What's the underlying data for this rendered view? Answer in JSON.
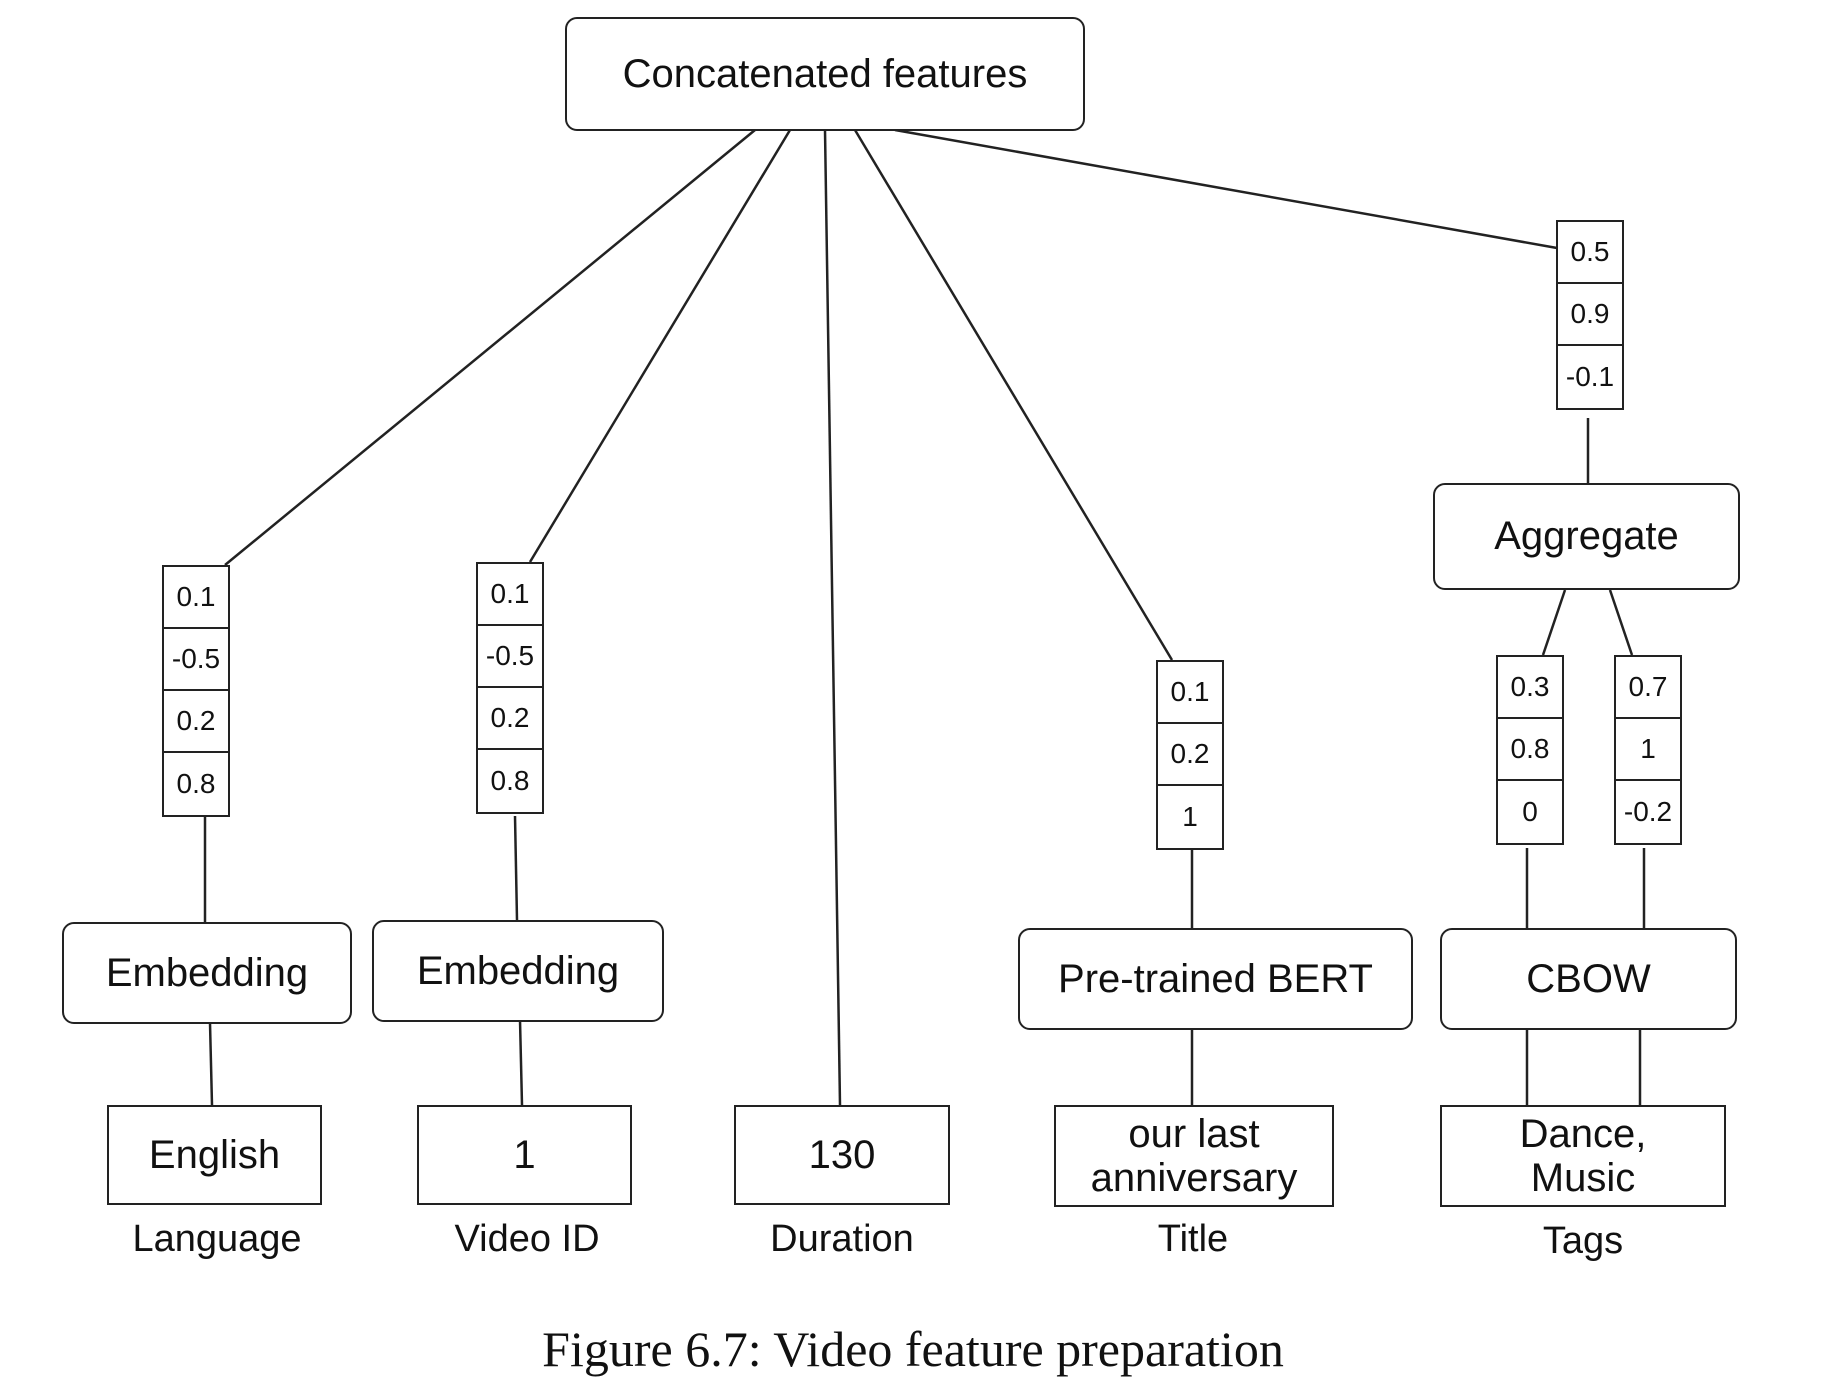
{
  "root": {
    "label": "Concatenated features"
  },
  "features": {
    "language": {
      "label": "Language",
      "input": "English",
      "encoder": "Embedding",
      "vector": [
        "0.1",
        "-0.5",
        "0.2",
        "0.8"
      ]
    },
    "video_id": {
      "label": "Video ID",
      "input": "1",
      "encoder": "Embedding",
      "vector": [
        "0.1",
        "-0.5",
        "0.2",
        "0.8"
      ]
    },
    "duration": {
      "label": "Duration",
      "input": "130"
    },
    "title": {
      "label": "Title",
      "input": "our last anniversary",
      "encoder": "Pre-trained BERT",
      "vector": [
        "0.1",
        "0.2",
        "1"
      ]
    },
    "tags": {
      "label": "Tags",
      "input": "Dance, Music",
      "encoder": "CBOW",
      "vector_left": [
        "0.3",
        "0.8",
        "0"
      ],
      "vector_right": [
        "0.7",
        "1",
        "-0.2"
      ],
      "aggregate": "Aggregate",
      "aggregated_vector": [
        "0.5",
        "0.9",
        "-0.1"
      ]
    }
  },
  "caption": "Figure 6.7: Video feature preparation"
}
